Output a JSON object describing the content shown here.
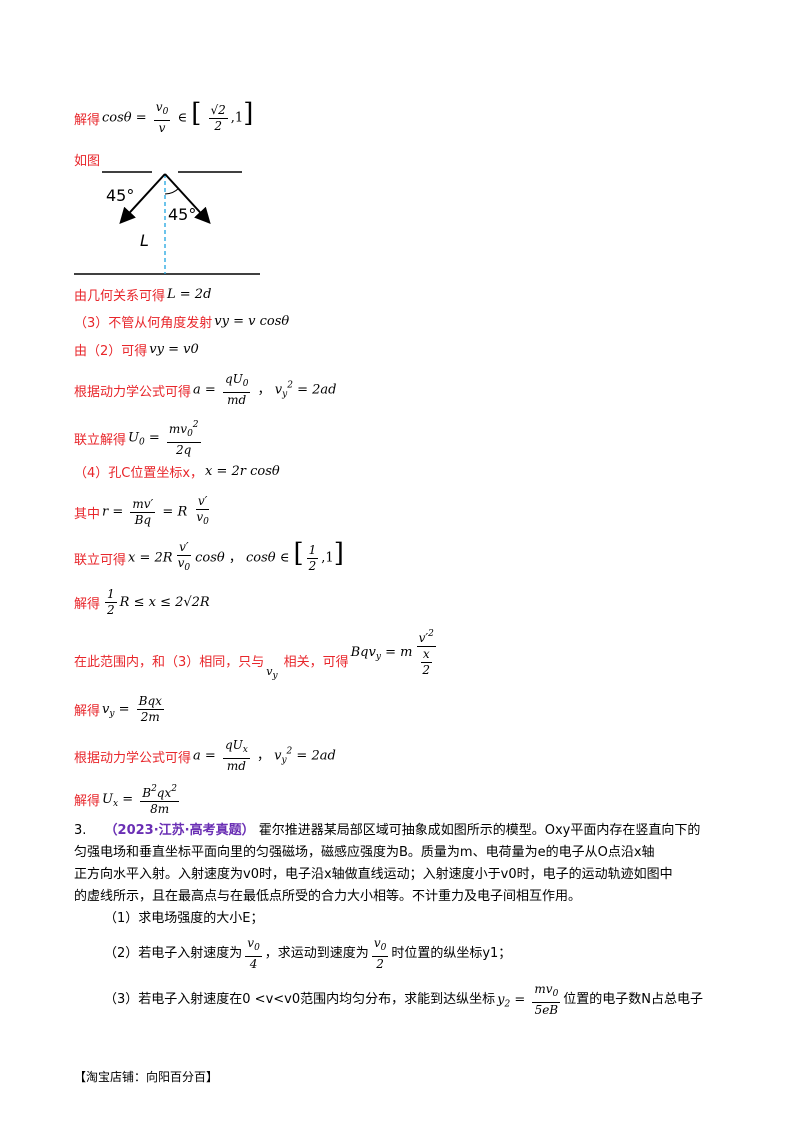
{
  "steps": {
    "s1_label": "解得",
    "s2_label": "如图",
    "s3_label": "由几何关系可得",
    "s3_expr": "L = 2d",
    "s4_label": "（3）不管从何角度发射",
    "s4_expr": "vy = v cosθ",
    "s5_label": "由（2）可得",
    "s5_expr": "vy = v0",
    "s6_label": "根据动力学公式可得",
    "s7_label": "联立解得",
    "s8_label": "（4）孔C位置坐标x，",
    "s8_expr": "x = 2r cosθ",
    "s9_label": "其中",
    "s10_label": "联立可得",
    "s11_label": "解得",
    "s12_label": "在此范围内，和（3）相同，只与",
    "s12_mid": "相关，可得",
    "s13_label": "解得",
    "s14_label": "根据动力学公式可得",
    "s15_label": "解得"
  },
  "diagram": {
    "angle_left": "45°",
    "angle_right": "45°",
    "length_label": "L"
  },
  "problem": {
    "number": "3.",
    "source": "（2023·江苏·高考真题）",
    "line1": "霍尔推进器某局部区域可抽象成如图所示的模型。Oxy平面内存在竖直向下的",
    "line2": "匀强电场和垂直坐标平面向里的匀强磁场，磁感应强度为B。质量为m、电荷量为e的电子从O点沿x轴",
    "line3": "正方向水平入射。入射速度为v0时，电子沿x轴做直线运动；入射速度小于v0时，电子的运动轨迹如图中",
    "line4": "的虚线所示，且在最高点与在最低点所受的合力大小相等。不计重力及电子间相互作用。",
    "q1": "（1）求电场强度的大小E；",
    "q2a": "（2）若电子入射速度为",
    "q2b": "，求运动到速度为",
    "q2c": "时位置的纵坐标y1；",
    "q3a": "（3）若电子入射速度在0 <v<v0范围内均匀分布，求能到达纵坐标",
    "q3b": "位置的电子数N占总电子"
  },
  "footer": "【淘宝店铺：向阳百分百】"
}
